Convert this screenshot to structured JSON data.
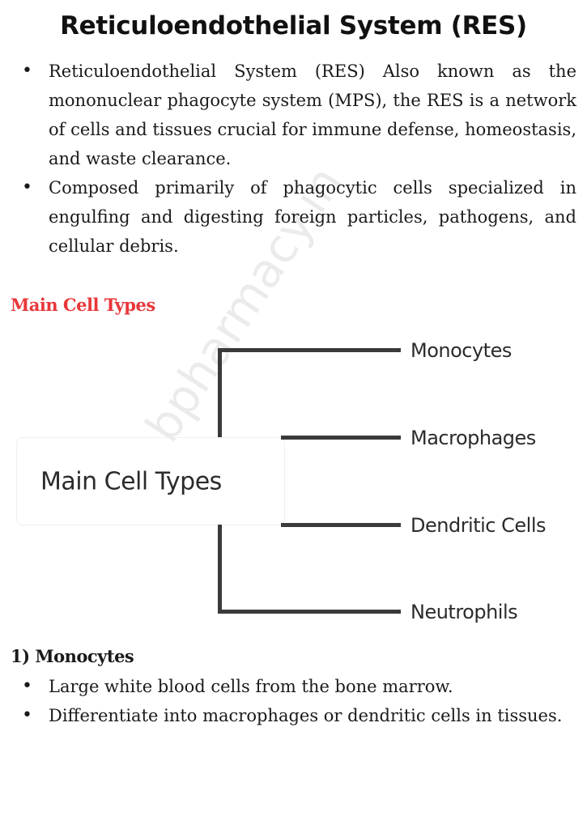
{
  "title": "Reticuloendothelial System (RES)",
  "intro_bullets": [
    "Reticuloendothelial System (RES) Also known as the mononuclear phagocyte system (MPS), the RES is a network of cells and tissues crucial for immune defense, homeostasis, and waste clearance.",
    "Composed primarily of phagocytic cells specialized in engulfing and digesting foreign particles, pathogens, and cellular debris."
  ],
  "main_cell_types_heading": "Main Cell Types",
  "diagram": {
    "root": "Main Cell Types",
    "branches": [
      "Monocytes",
      "Macrophages",
      "Dendritic Cells",
      "Neutrophils"
    ]
  },
  "watermark": "bpharmacy.in",
  "monocytes": {
    "heading": "1) Monocytes",
    "bullets": [
      "Large white blood cells from the bone marrow.",
      "Differentiate into macrophages or dendritic cells in tissues."
    ]
  },
  "colors": {
    "accent_red": "#e8373a"
  }
}
